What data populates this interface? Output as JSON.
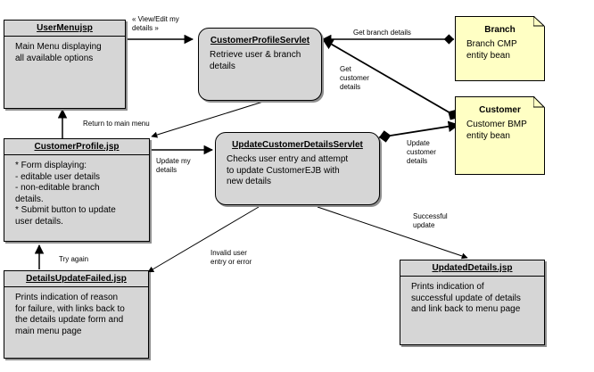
{
  "nodes": {
    "user_menu": {
      "title": "UserMenujsp",
      "body": "Main Menu displaying\nall available options"
    },
    "customer_profile_servlet": {
      "title": "CustomerProfileServlet",
      "body": "Retrieve user & branch\ndetails"
    },
    "branch": {
      "title": "Branch",
      "body": "Branch CMP\nentity bean"
    },
    "customer": {
      "title": "Customer",
      "body": "Customer BMP\nentity bean"
    },
    "customer_profile_jsp": {
      "title": "CustomerProfile.jsp",
      "body": "* Form displaying:\n- editable user details\n- non-editable branch\ndetails.\n* Submit button to update\nuser details."
    },
    "update_servlet": {
      "title": "UpdateCustomerDetailsServlet",
      "body": "Checks user entry and attempt\nto update CustomerEJB with\nnew details"
    },
    "details_update_failed": {
      "title": "DetailsUpdateFailed.jsp",
      "body": "Prints indication of  reason\nfor failure, with links back to\nthe details update form and\nmain menu page"
    },
    "updated_details": {
      "title": "UpdatedDetails.jsp",
      "body": "Prints indication of\nsuccessful update of details\nand link back to menu page"
    }
  },
  "edges": {
    "view_edit": "« View/Edit my\ndetails »",
    "get_branch": "Get branch details",
    "get_customer": "Get\ncustomer\ndetails",
    "return_main": "Return to main menu",
    "update_my": "Update my\ndetails",
    "update_customer": "Update\ncustomer\ndetails",
    "successful": "Successful\nupdate",
    "invalid": "Invalid user\nentry or error",
    "try_again": "Try again"
  }
}
